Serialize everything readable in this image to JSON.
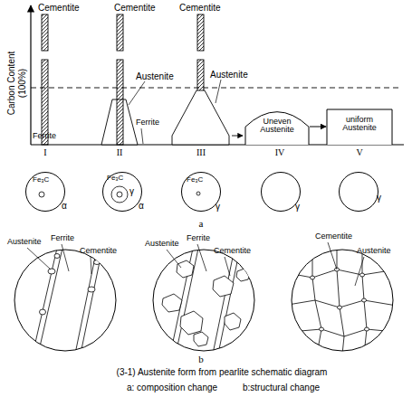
{
  "diagram": {
    "caption": "(3-1) Austenite form from pearlite schematic diagram",
    "nodes": [
      {
        "text": [
          "Uneven Austenite"
        ]
      },
      {
        "text": [
          "uniform Austenite"
        ]
      },
      {
        "text": [
          "Fe₃C",
          "α"
        ]
      },
      {
        "text": [
          "Fe₃C",
          "γ",
          "α"
        ]
      },
      {
        "text": [
          "Fe₃C",
          "γ"
        ]
      },
      {
        "text": [
          "γ"
        ]
      },
      {
        "text": [
          "γ"
        ]
      }
    ],
    "edges": [
      {
        "from": 0,
        "to": 1,
        "arrow": "to"
      }
    ],
    "labels": [
      "Carbon Content",
      "(100%)",
      "Cementite",
      "Cementite",
      "Cementite",
      "Ferrite",
      "Austenite",
      "Ferrite",
      "Austenite",
      "I",
      "II",
      "III",
      "IV",
      "V",
      "a",
      "Austenite",
      "Ferrite",
      "Cementite",
      "Austenite",
      "Ferrite",
      "Cementite",
      "Cementite",
      "Austenite",
      "b",
      "a: composition change",
      "b:structural change"
    ]
  }
}
